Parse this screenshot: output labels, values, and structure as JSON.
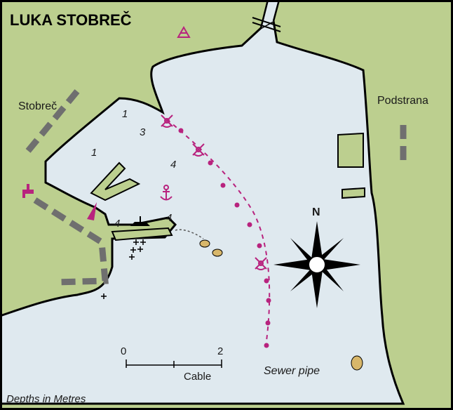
{
  "title": "LUKA STOBREČ",
  "place_names": {
    "left": "Stobreč",
    "right": "Podstrana"
  },
  "depths": [
    "1",
    "3",
    "1",
    "4",
    "4",
    "4"
  ],
  "compass_north": "N",
  "scale": {
    "start": "0",
    "end": "2",
    "unit": "Cable"
  },
  "sewer_label": "Sewer pipe",
  "footer_note": "Depths in Metres",
  "colors": {
    "sea": "#dfe9ef",
    "land": "#bccf8f",
    "coast_line": "#000000",
    "magenta_symbols": "#b8237e",
    "roads": "#6f6f6f",
    "rocks": "#d8b76a"
  }
}
